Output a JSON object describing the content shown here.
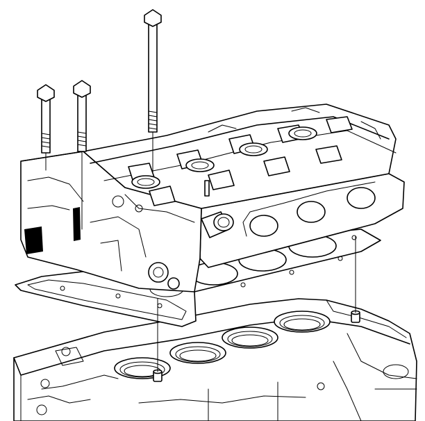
{
  "diagram": {
    "parts": [
      {
        "id": "head-bolt-long",
        "icon": "bolt-icon"
      },
      {
        "id": "head-bolt-short-1",
        "icon": "bolt-icon"
      },
      {
        "id": "head-bolt-short-2",
        "icon": "bolt-icon"
      },
      {
        "id": "cylinder-head",
        "icon": "cylinder-head-icon"
      },
      {
        "id": "head-gasket",
        "icon": "gasket-icon"
      },
      {
        "id": "engine-block",
        "icon": "engine-block-icon"
      },
      {
        "id": "dowel-pin-front",
        "icon": "dowel-pin-icon"
      },
      {
        "id": "dowel-pin-rear",
        "icon": "dowel-pin-icon"
      }
    ]
  }
}
